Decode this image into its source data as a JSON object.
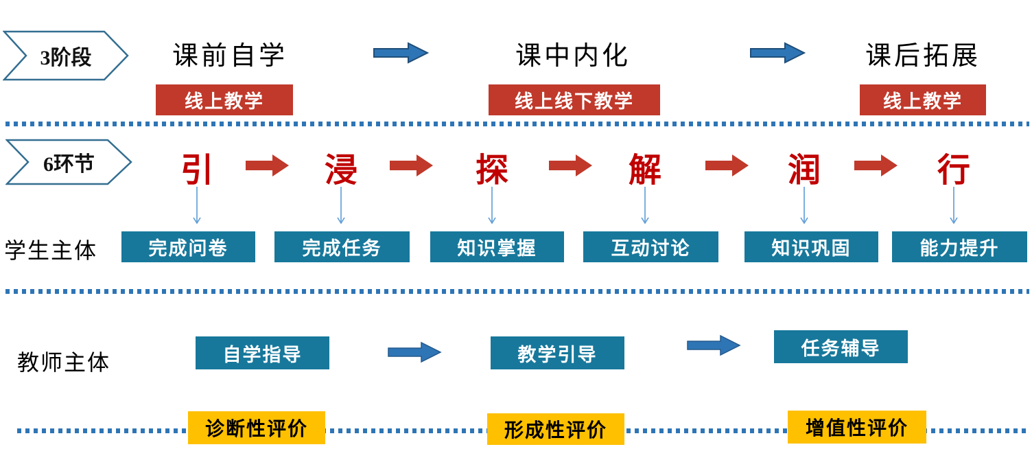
{
  "colors": {
    "primary_blue": "#2E75B6",
    "dark_blue_border": "#1F4E79",
    "chevron_border": "#336E91",
    "brick_red": "#C0392B",
    "red_text": "#C00000",
    "teal_box": "#17789B",
    "gold_box": "#FFC000"
  },
  "stages_row": {
    "badge_label": "3阶段",
    "stages": [
      {
        "title": "课前自学",
        "mode": "线上教学"
      },
      {
        "title": "课中内化",
        "mode": "线上线下教学"
      },
      {
        "title": "课后拓展",
        "mode": "线上教学"
      }
    ]
  },
  "phases_row": {
    "badge_label": "6环节",
    "phases": [
      {
        "char": "引"
      },
      {
        "char": "浸"
      },
      {
        "char": "探"
      },
      {
        "char": "解"
      },
      {
        "char": "润"
      },
      {
        "char": "行"
      }
    ]
  },
  "student_row": {
    "label": "学生主体",
    "items": [
      {
        "label": "完成问卷"
      },
      {
        "label": "完成任务"
      },
      {
        "label": "知识掌握"
      },
      {
        "label": "互动讨论"
      },
      {
        "label": "知识巩固"
      },
      {
        "label": "能力提升"
      }
    ]
  },
  "teacher_row": {
    "label": "教师主体",
    "items": [
      {
        "label": "自学指导"
      },
      {
        "label": "教学引导"
      },
      {
        "label": "任务辅导"
      }
    ]
  },
  "evaluation_row": {
    "items": [
      {
        "label": "诊断性评价"
      },
      {
        "label": "形成性评价"
      },
      {
        "label": "增值性评价"
      }
    ]
  }
}
